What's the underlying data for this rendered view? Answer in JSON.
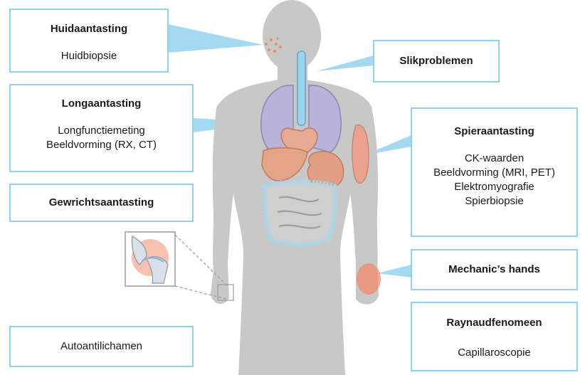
{
  "colors": {
    "box_border": "#8fd0ee",
    "connector": "#8fd0ee",
    "body_silhouette": "#c8c9c6",
    "organs": "#b9b3d9",
    "stomach": "#e0a086",
    "liver": "#e3a488",
    "intestine": "#a7d7ee",
    "highlight_red": "#f08a6e"
  },
  "boxes": {
    "huid": {
      "title": "Huidaantasting",
      "lines": [
        "Huidbiopsie"
      ]
    },
    "long": {
      "title": "Longaantasting",
      "lines": [
        "Longfunctiemeting",
        "Beeldvorming (RX, CT)"
      ]
    },
    "slik": {
      "title": "Slikproblemen"
    },
    "spier": {
      "title": "Spieraantasting",
      "lines": [
        "CK-waarden",
        "Beeldvorming (MRI, PET)",
        "Elektromyografie",
        "Spierbiopsie"
      ]
    },
    "gewricht": {
      "title": "Gewrichtsaantasting"
    },
    "mech": {
      "title": "Mechanic’s hands"
    },
    "rayn": {
      "title": "Raynaudfenomeen",
      "lines": [
        "Capillaroscopie"
      ]
    },
    "auto": {
      "text": "Autoantilichamen"
    }
  },
  "icons": {
    "body": "human-body-silhouette",
    "lungs": "lungs-icon",
    "joint": "knee-joint-icon"
  }
}
